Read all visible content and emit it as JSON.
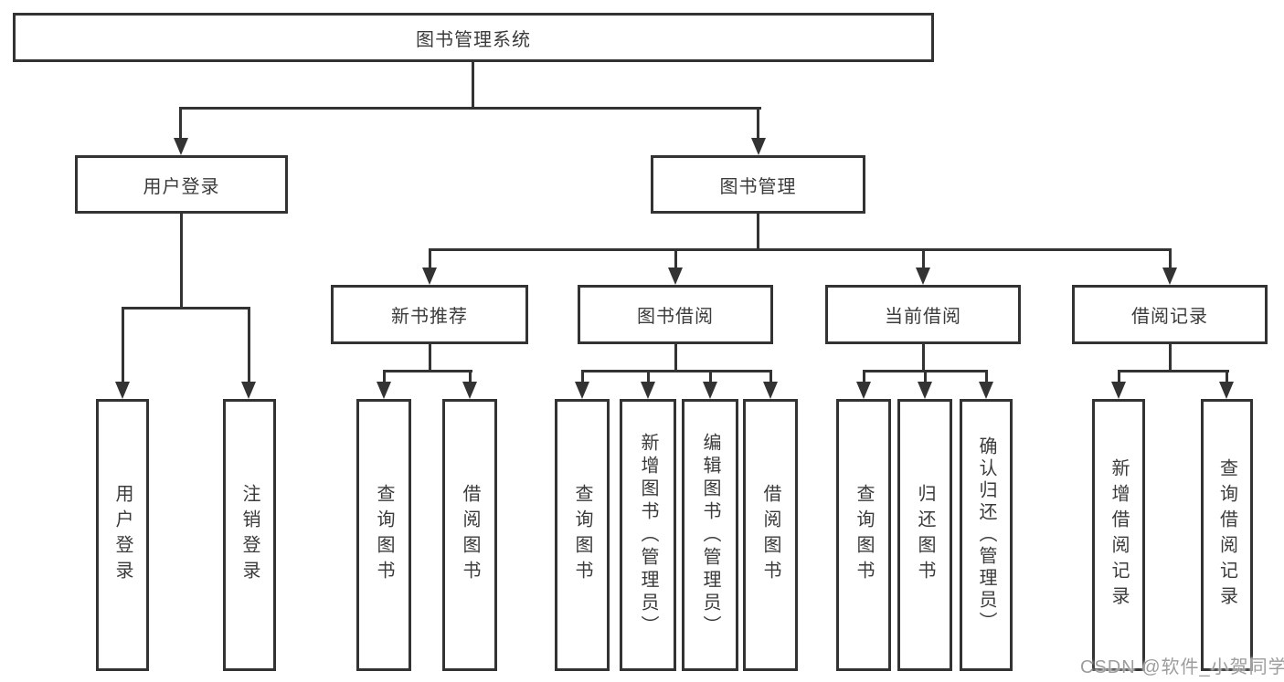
{
  "tree": {
    "root": {
      "label": "图书管理系统",
      "children": [
        {
          "label": "用户登录",
          "children": [
            {
              "label": "用户登录"
            },
            {
              "label": "注销登录"
            }
          ]
        },
        {
          "label": "图书管理",
          "children": [
            {
              "label": "新书推荐",
              "children": [
                {
                  "label": "查询图书"
                },
                {
                  "label": "借阅图书"
                }
              ]
            },
            {
              "label": "图书借阅",
              "children": [
                {
                  "label": "查询图书"
                },
                {
                  "label": "新增图书（管理员）"
                },
                {
                  "label": "编辑图书（管理员）"
                },
                {
                  "label": "借阅图书"
                }
              ]
            },
            {
              "label": "当前借阅",
              "children": [
                {
                  "label": "查询图书"
                },
                {
                  "label": "归还图书"
                },
                {
                  "label": "确认归还（管理员）"
                }
              ]
            },
            {
              "label": "借阅记录",
              "children": [
                {
                  "label": "新增借阅记录"
                },
                {
                  "label": "查询借阅记录"
                }
              ]
            }
          ]
        }
      ]
    }
  },
  "watermark": {
    "text": "CSDN @软件_小贺同学"
  },
  "colors": {
    "line": "#333333",
    "text": "#3b3b3b",
    "background": "#ffffff",
    "watermark": "#9d9d9d"
  }
}
